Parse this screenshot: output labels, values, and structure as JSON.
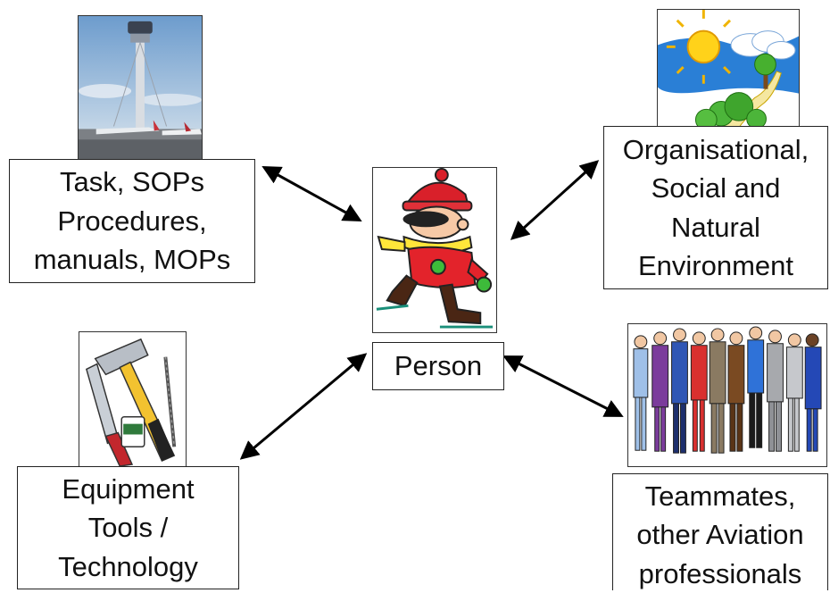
{
  "person": {
    "label": "Person",
    "image": "cartoon-skater-icon"
  },
  "task": {
    "lines": [
      "Task, SOPs",
      "Procedures,",
      "manuals, MOPs"
    ],
    "image": "control-tower-photo"
  },
  "environment": {
    "lines": [
      "Organisational,",
      "Social and",
      "Natural",
      "Environment"
    ],
    "image": "sun-cloud-tree-landscape-icon"
  },
  "equipment": {
    "lines": [
      "Equipment",
      "Tools /",
      "Technology"
    ],
    "image": "hammer-wrench-tools-icon"
  },
  "teammates": {
    "lines": [
      "Teammates,",
      "other Aviation",
      "professionals"
    ],
    "image": "group-of-people-icon"
  },
  "colors": {
    "arrow": "#000000",
    "border": "#222222"
  }
}
